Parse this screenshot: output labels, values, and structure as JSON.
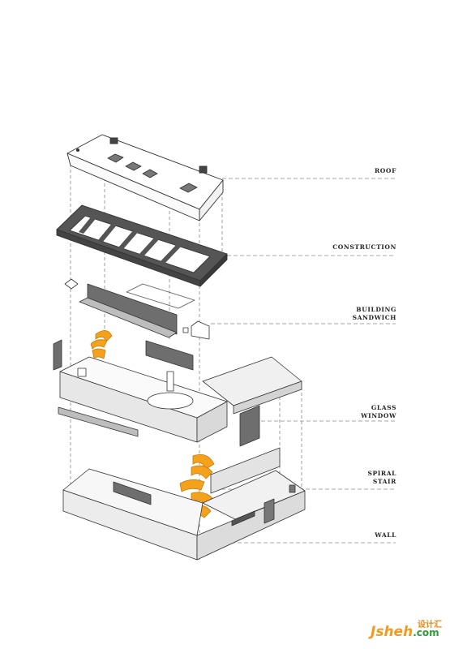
{
  "labels": {
    "roof": "ROOF",
    "construction": "CONSTRUCTION",
    "building_sandwich": "BUILDING\nSANDWICH",
    "glass_window": "GLASS\nWINDOW",
    "spiral_stair": "SPIRAL\nSTAIR",
    "wall": "WALL"
  },
  "watermark": {
    "main": "Jsheh",
    "suffix": ".com",
    "cn": "设计汇"
  },
  "colors": {
    "line": "#333333",
    "dash": "#888888",
    "frame": "#555555",
    "stair": "#f4a21c",
    "stair_edge": "#c57a0b",
    "wall_fill": "#ececec",
    "wall_dark": "#cfcfcf",
    "panel": "#6e6e6e"
  }
}
